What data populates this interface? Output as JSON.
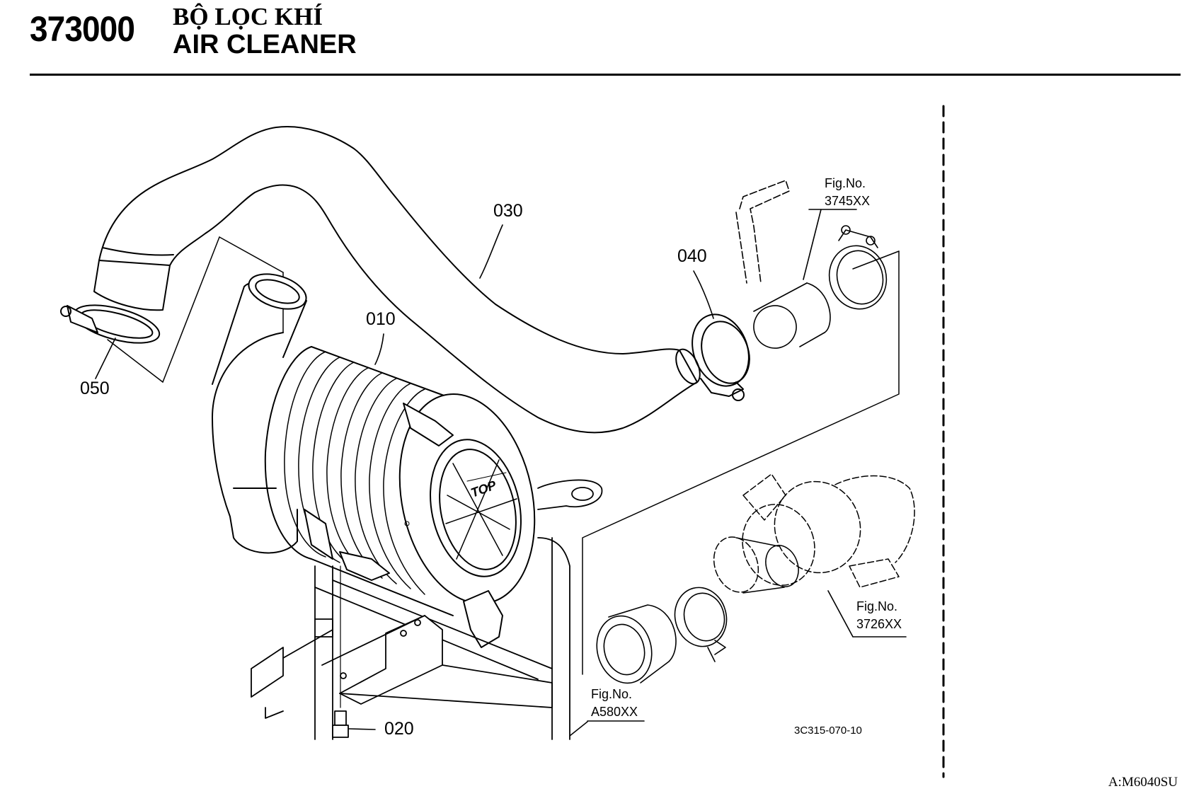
{
  "header": {
    "figure_number": "373000",
    "title_vn": "BỘ LỌC KHÍ",
    "title_en": "AIR CLEANER"
  },
  "callouts": {
    "part_010": "010",
    "part_020": "020",
    "part_030": "030",
    "part_040": "040",
    "part_050": "050"
  },
  "references": {
    "ref1_label": "Fig.No.",
    "ref1_number": "3745XX",
    "ref2_label": "Fig.No.",
    "ref2_number": "3726XX",
    "ref3_label": "Fig.No.",
    "ref3_number": "A580XX"
  },
  "drawing_code": "3C315-070-10",
  "footer_code": "A:M6040SU"
}
